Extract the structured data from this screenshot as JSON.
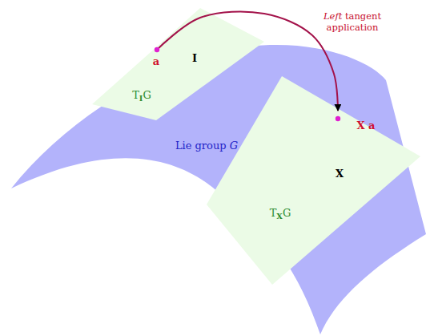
{
  "diagram": {
    "nodes": [
      {
        "text": [
          "Lie group G"
        ]
      },
      {
        "text": [
          "TIG"
        ]
      },
      {
        "text": [
          "TXG"
        ]
      }
    ],
    "edges": [
      {
        "from": 1,
        "to": 2,
        "arrow": "to",
        "label": "Left tangent application"
      }
    ],
    "labels": [
      "a",
      "I",
      "X a",
      "X"
    ]
  }
}
